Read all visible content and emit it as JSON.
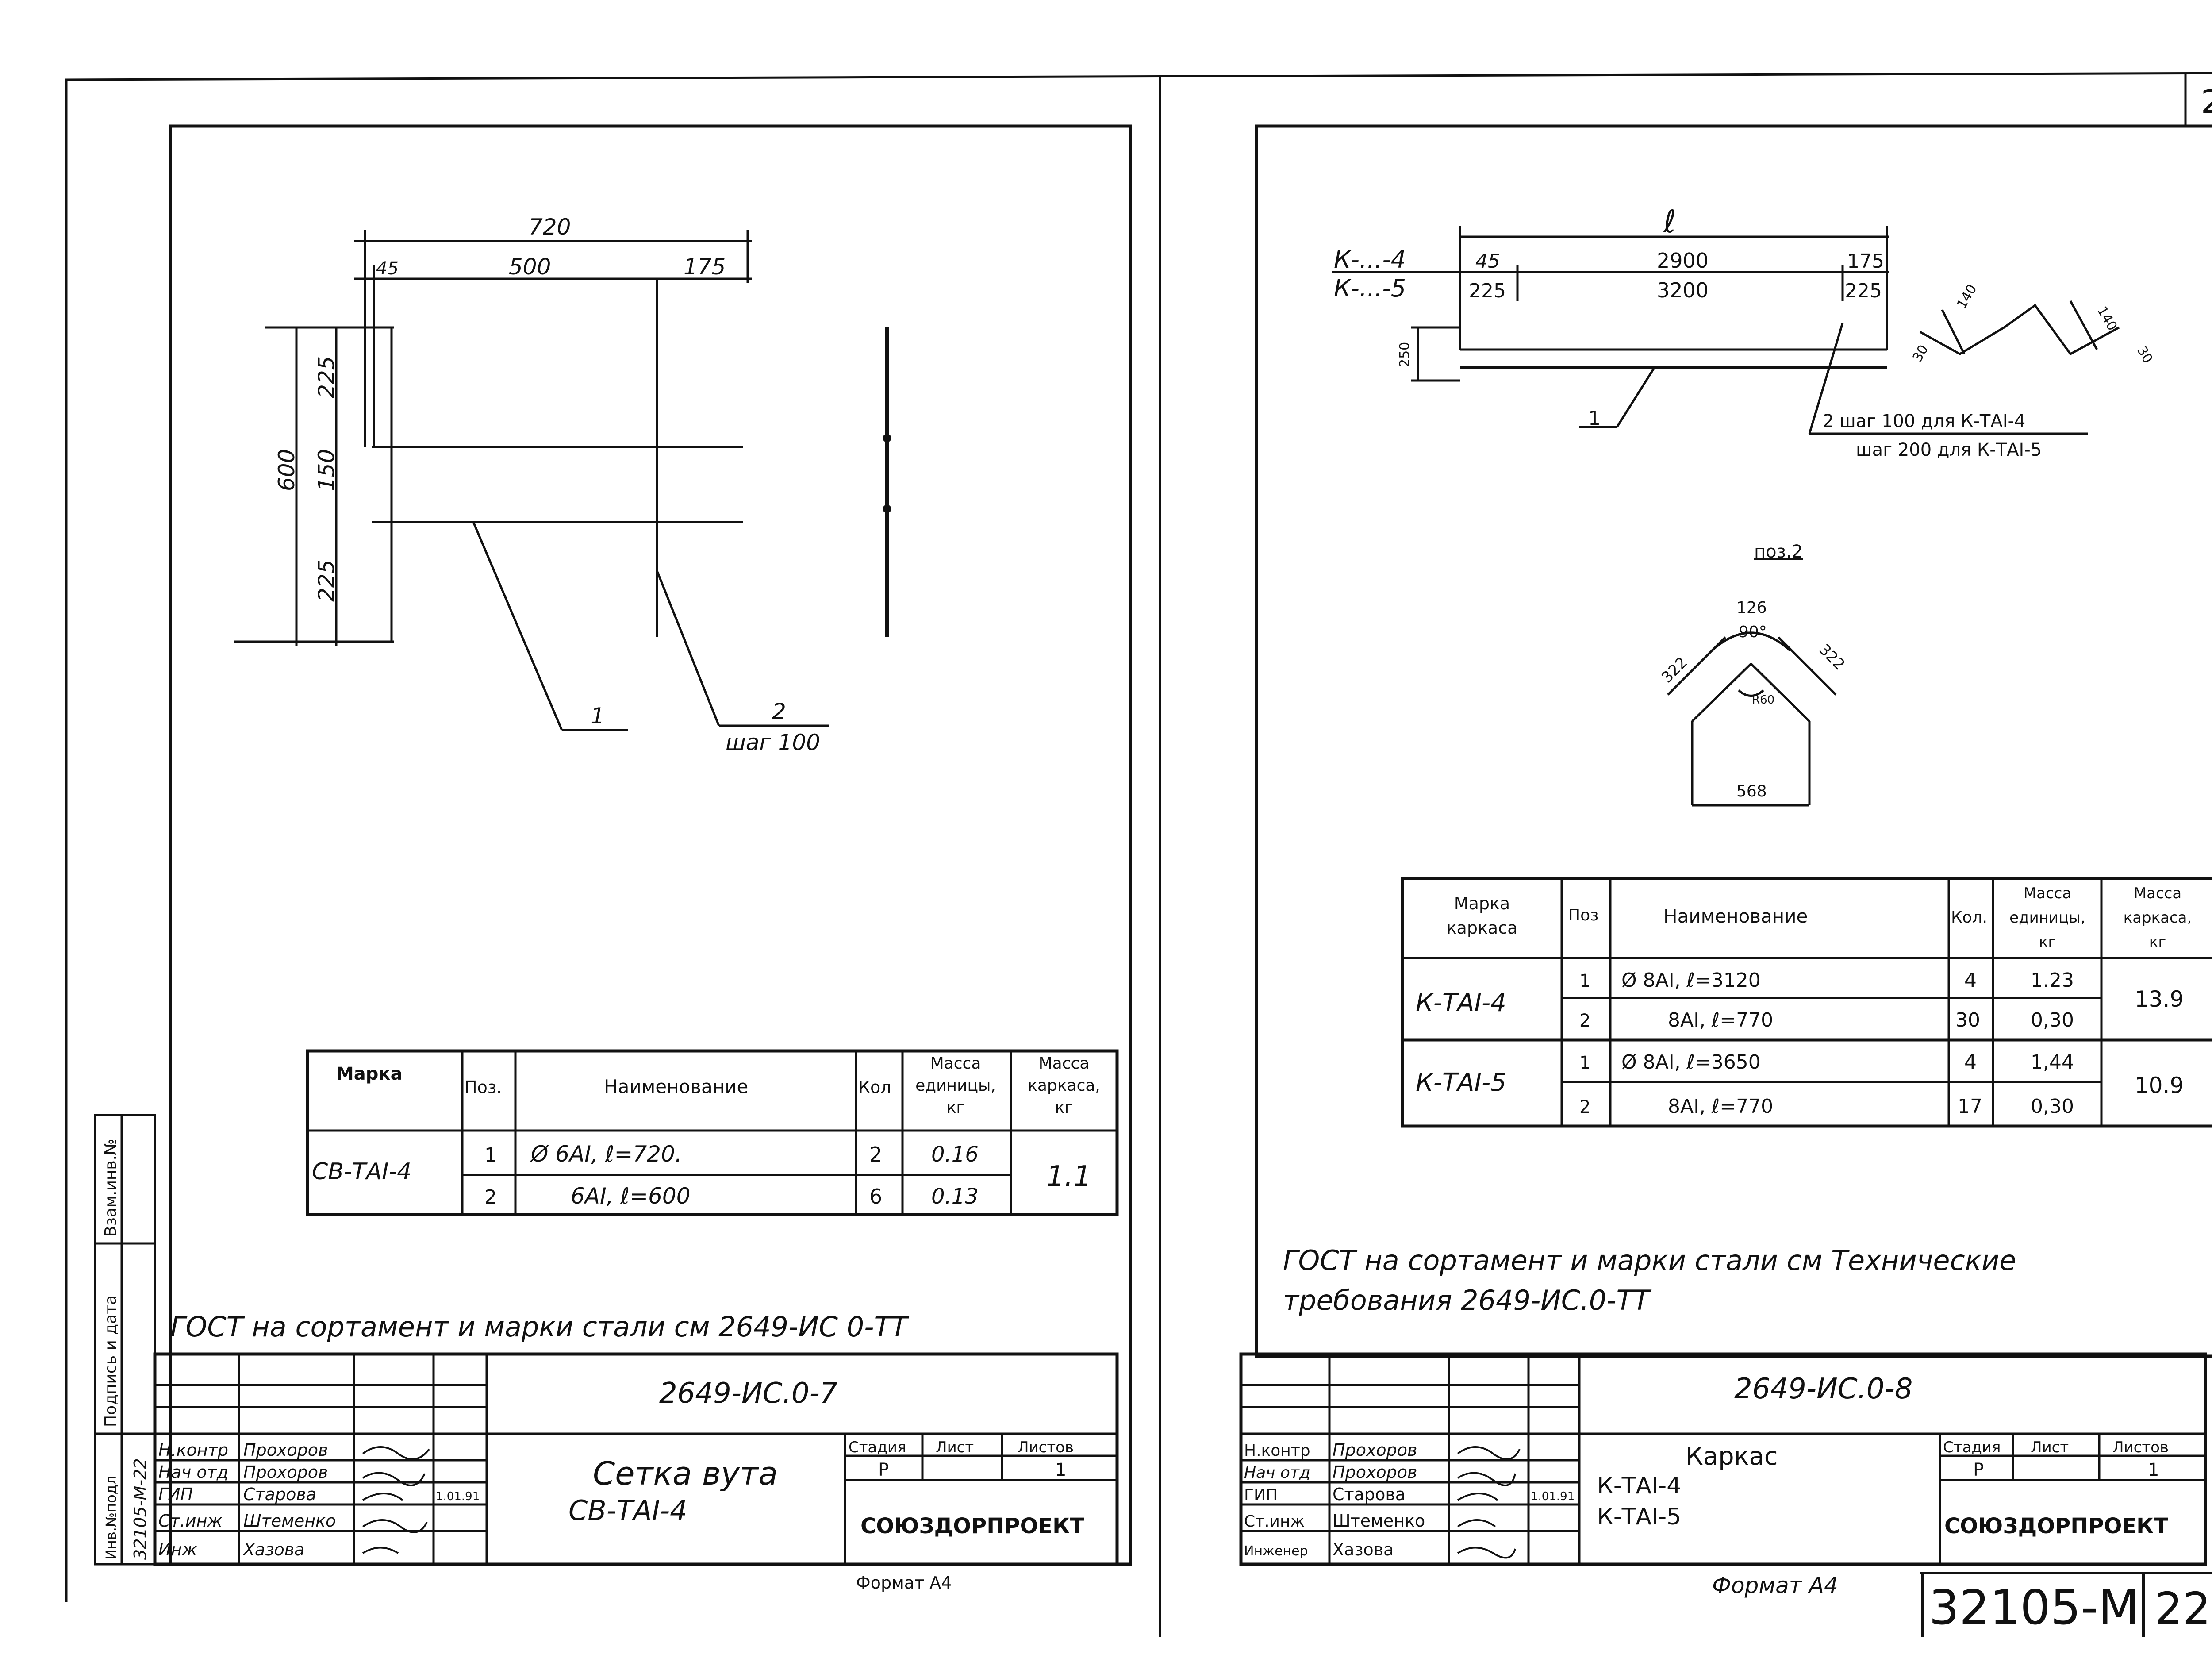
{
  "page": {
    "number": "22"
  },
  "left_sheet": {
    "dims": {
      "top_total": "720",
      "top_a": "45",
      "top_b": "500",
      "top_c": "175",
      "side_total": "600",
      "side_a": "225",
      "side_b": "150",
      "side_c": "225"
    },
    "leaders": {
      "pos1": "1",
      "pos2": "2",
      "pos2_note": "шаг 100"
    },
    "spec_table": {
      "headers": {
        "mark": "Марка",
        "pos": "Поз.",
        "name": "Наименование",
        "qty": "Кол",
        "unit_mass": [
          "Масса",
          "единицы,",
          "кг"
        ],
        "frame_mass": [
          "Масса",
          "каркаса,",
          "кг"
        ]
      },
      "mark": "СВ-ТАI-4",
      "rows": [
        {
          "pos": "1",
          "name": "Ø 6АI, ℓ=720.",
          "qty": "2",
          "unit_mass": "0.16"
        },
        {
          "pos": "2",
          "name": "6АI, ℓ=600",
          "qty": "6",
          "unit_mass": "0.13"
        }
      ],
      "frame_mass": "1.1"
    },
    "note": "ГОСТ на сортамент и марки стали см 2649-ИС 0-ТТ",
    "title_block": {
      "doc_code": "2649-ИС.0-7",
      "title_line1": "Сетка вута",
      "title_line2": "СВ-ТАI-4",
      "stage_header": "Стадия",
      "sheet_header": "Лист",
      "sheets_header": "Листов",
      "stage": "Р",
      "sheets": "1",
      "org": "СОЮЗДОРПРОЕКТ",
      "staff": [
        {
          "role": "Н.контр",
          "name": "Прохоров"
        },
        {
          "role": "Нач отд",
          "name": "Прохоров"
        },
        {
          "role": "ГИП",
          "name": "Старова"
        },
        {
          "role": "Ст.инж",
          "name": "Штеменко"
        },
        {
          "role": "Инж",
          "name": "Хазова"
        }
      ],
      "date": "1.01.91"
    },
    "format": "Формат А4",
    "side_stamp": {
      "inv": "Взам.инв.№",
      "sign": "Подпись и дата",
      "orig": "Инв.№подл",
      "code": "32105-М-22"
    }
  },
  "right_sheet": {
    "top_dims": {
      "l_label": "ℓ",
      "mark4": "К-...-4",
      "mark5": "К-...-5",
      "d45": "45",
      "d2900": "2900",
      "d175": "175",
      "d225a": "225",
      "d3200": "3200",
      "d225b": "225",
      "d250": "250",
      "leader1": "1",
      "leader2": "2  шаг 100  для  К-ТАI-4",
      "leader2b": "шаг 200  для  К-ТАI-5",
      "b140a": "140",
      "b30a": "30",
      "b140b": "140",
      "b30b": "30"
    },
    "pos2_detail": {
      "title": "поз.2",
      "d126": "126",
      "angle": "90°",
      "d322a": "322",
      "d322b": "322",
      "r": "R60",
      "d568": "568"
    },
    "spec_table": {
      "headers": {
        "mark": [
          "Марка",
          "каркаса"
        ],
        "pos": "Поз",
        "name": "Наименование",
        "qty": "Кол.",
        "unit_mass": [
          "Масса",
          "единицы,",
          "кг"
        ],
        "frame_mass": [
          "Масса",
          "каркаса,",
          "кг"
        ]
      },
      "groups": [
        {
          "mark": "К-ТАI-4",
          "frame_mass": "13.9",
          "rows": [
            {
              "pos": "1",
              "name": "Ø  8АI, ℓ=3120",
              "qty": "4",
              "unit_mass": "1.23"
            },
            {
              "pos": "2",
              "name": "8АI, ℓ=770",
              "qty": "30",
              "unit_mass": "0,30"
            }
          ]
        },
        {
          "mark": "К-ТАI-5",
          "frame_mass": "10.9",
          "rows": [
            {
              "pos": "1",
              "name": "Ø  8АI, ℓ=3650",
              "qty": "4",
              "unit_mass": "1,44"
            },
            {
              "pos": "2",
              "name": "8АI, ℓ=770",
              "qty": "17",
              "unit_mass": "0,30"
            }
          ]
        }
      ]
    },
    "note_line1": "ГОСТ на сортамент и марки стали см Технические",
    "note_line2": "требования  2649-ИС.0-ТТ",
    "title_block": {
      "doc_code": "2649-ИС.0-8",
      "title_line1": "Каркас",
      "title_line2": "К-ТАI-4",
      "title_line3": "К-ТАI-5",
      "stage_header": "Стадия",
      "sheet_header": "Лист",
      "sheets_header": "Листов",
      "stage": "Р",
      "sheets": "1",
      "org": "СОЮЗДОРПРОЕКТ",
      "staff": [
        {
          "role": "Н.контр",
          "name": "Прохоров"
        },
        {
          "role": "Нач отд",
          "name": "Прохоров"
        },
        {
          "role": "ГИП",
          "name": "Старова"
        },
        {
          "role": "Ст.инж",
          "name": "Штеменко"
        },
        {
          "role": "Инженер",
          "name": "Хазова"
        }
      ],
      "date": "1.01.91"
    },
    "format": "Формат А4",
    "stamp": "32105-М",
    "stamp_sheet": "22"
  }
}
